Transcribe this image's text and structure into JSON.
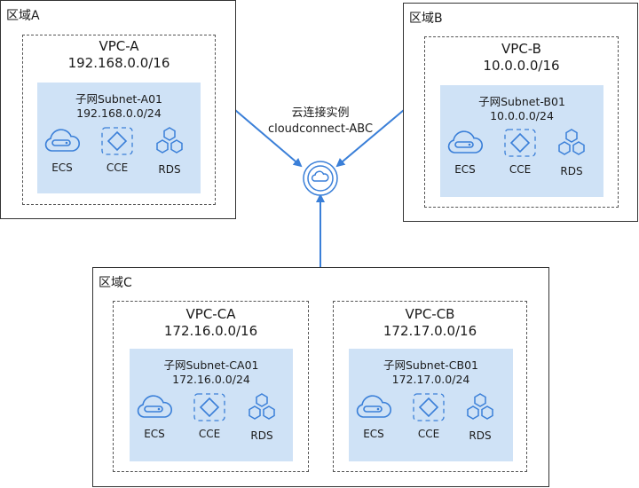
{
  "cloud_connect": {
    "name": "云连接实例",
    "id": "cloudconnect-ABC",
    "icon": "cloud-connect-icon"
  },
  "regions": [
    {
      "label": "区域A",
      "vpcs": [
        {
          "name": "VPC-A",
          "cidr": "192.168.0.0/16",
          "subnet": {
            "name": "子网Subnet-A01",
            "cidr": "192.168.0.0/24"
          },
          "resources": [
            "ECS",
            "CCE",
            "RDS"
          ]
        }
      ]
    },
    {
      "label": "区域B",
      "vpcs": [
        {
          "name": "VPC-B",
          "cidr": "10.0.0.0/16",
          "subnet": {
            "name": "子网Subnet-B01",
            "cidr": "10.0.0.0/24"
          },
          "resources": [
            "ECS",
            "CCE",
            "RDS"
          ]
        }
      ]
    },
    {
      "label": "区域C",
      "vpcs": [
        {
          "name": "VPC-CA",
          "cidr": "172.16.0.0/16",
          "subnet": {
            "name": "子网Subnet-CA01",
            "cidr": "172.16.0.0/24"
          },
          "resources": [
            "ECS",
            "CCE",
            "RDS"
          ]
        },
        {
          "name": "VPC-CB",
          "cidr": "172.17.0.0/16",
          "subnet": {
            "name": "子网Subnet-CB01",
            "cidr": "172.17.0.0/24"
          },
          "resources": [
            "ECS",
            "CCE",
            "RDS"
          ]
        }
      ]
    }
  ],
  "colors": {
    "line": "#3a7fd8",
    "subnet_fill": "#cfe2f6",
    "icon_stroke": "#3a7fd8"
  }
}
